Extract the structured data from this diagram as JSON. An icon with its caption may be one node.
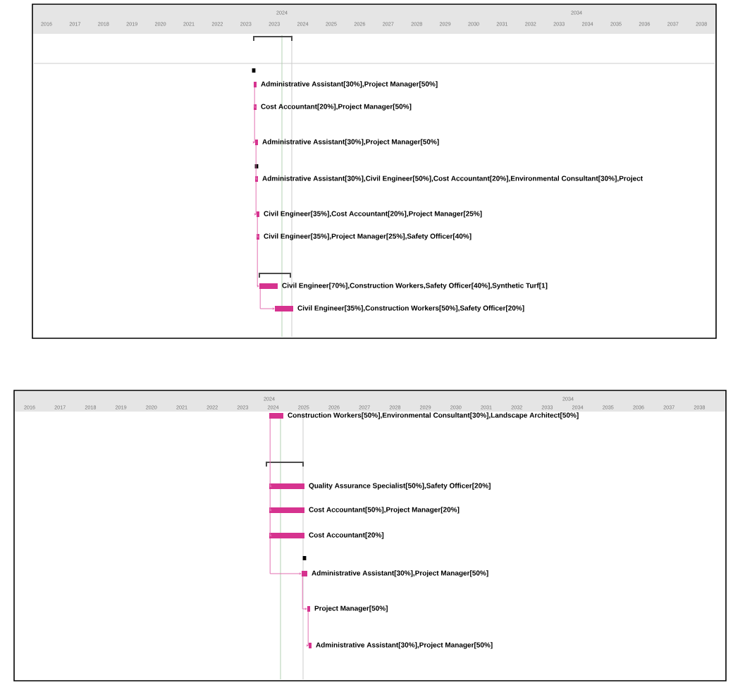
{
  "diagram": {
    "nodes": [
      {
        "text": [],
        "shape": "bar",
        "beside": [
          "Administrative Assistant[30%],Project Manager[50%]"
        ]
      },
      {
        "text": [],
        "shape": "bar",
        "beside": [
          "Cost Accountant[20%],Project Manager[50%]"
        ]
      },
      {
        "text": [],
        "shape": "bar",
        "beside": [
          "Administrative Assistant[30%],Project Manager[50%]"
        ]
      },
      {
        "text": [],
        "shape": "bar",
        "beside": [
          "Administrative Assistant[30%],Civil Engineer[50%],Cost Accountant[20%],Environmental Consultant[30%],Project"
        ]
      },
      {
        "text": [],
        "shape": "bar",
        "beside": [
          "Civil Engineer[35%],Cost Accountant[20%],Project Manager[25%]"
        ]
      },
      {
        "text": [],
        "shape": "bar",
        "beside": [
          "Civil Engineer[35%],Project Manager[25%],Safety Officer[40%]"
        ]
      },
      {
        "text": [],
        "shape": "bar",
        "beside": [
          "Civil Engineer[70%],Construction Workers,Safety Officer[40%],Synthetic Turf[1]"
        ]
      },
      {
        "text": [],
        "shape": "bar",
        "beside": [
          "Civil Engineer[35%],Construction Workers[50%],Safety Officer[20%]"
        ]
      },
      {
        "text": [],
        "shape": "bar",
        "beside": [
          "Construction Workers[50%],Environmental Consultant[30%],Landscape Architect[50%]"
        ]
      },
      {
        "text": [],
        "shape": "bar",
        "beside": [
          "Quality Assurance Specialist[50%],Safety Officer[20%]"
        ]
      },
      {
        "text": [],
        "shape": "bar",
        "beside": [
          "Cost Accountant[50%],Project Manager[20%]"
        ]
      },
      {
        "text": [],
        "shape": "bar",
        "beside": [
          "Cost Accountant[20%]"
        ]
      },
      {
        "text": [],
        "shape": "bar",
        "beside": [
          "Administrative Assistant[30%],Project Manager[50%]"
        ]
      },
      {
        "text": [],
        "shape": "bar",
        "beside": [
          "Project Manager[50%]"
        ]
      },
      {
        "text": [],
        "shape": "bar",
        "beside": [
          "Administrative Assistant[30%],Project Manager[50%]"
        ]
      }
    ],
    "edges": [
      {
        "from": 0,
        "to": 1,
        "arrow": "to"
      },
      {
        "from": 1,
        "to": 2,
        "arrow": "to"
      },
      {
        "from": 2,
        "to": 3,
        "arrow": "to"
      },
      {
        "from": 3,
        "to": 4,
        "arrow": "to"
      },
      {
        "from": 4,
        "to": 5,
        "arrow": "to"
      },
      {
        "from": 5,
        "to": 6,
        "arrow": "to"
      },
      {
        "from": 6,
        "to": 7,
        "arrow": "to"
      },
      {
        "from": 8,
        "to": 9,
        "arrow": "to"
      },
      {
        "from": 9,
        "to": 10,
        "arrow": "to"
      },
      {
        "from": 10,
        "to": 11,
        "arrow": "to"
      },
      {
        "from": 11,
        "to": 12,
        "arrow": "to"
      },
      {
        "from": 12,
        "to": 13,
        "arrow": "to"
      },
      {
        "from": 13,
        "to": 14,
        "arrow": "to"
      }
    ],
    "labels": [
      "2024",
      "2034",
      "2016",
      "2017",
      "2018",
      "2019",
      "2020",
      "2021",
      "2022",
      "2023",
      "2023",
      "2024",
      "2025",
      "2026",
      "2027",
      "2028",
      "2029",
      "2030",
      "2031",
      "2032",
      "2033",
      "2034",
      "2035",
      "2036",
      "2037",
      "2038",
      "2024",
      "2034",
      "2016",
      "2017",
      "2018",
      "2019",
      "2020",
      "2021",
      "2022",
      "2023",
      "2024",
      "2025",
      "2026",
      "2027",
      "2028",
      "2029",
      "2030",
      "2031",
      "2032",
      "2033",
      "2034",
      "2035",
      "2036",
      "2037",
      "2038"
    ]
  }
}
